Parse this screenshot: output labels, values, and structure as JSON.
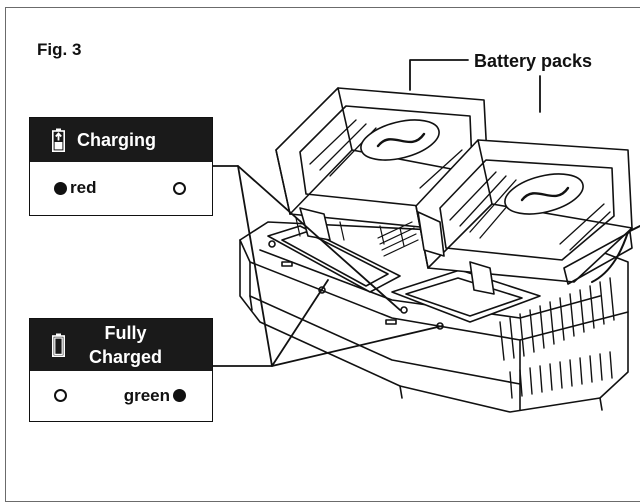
{
  "figure": {
    "label": "Fig. 3",
    "callout": "Battery packs"
  },
  "charging_box": {
    "title": "Charging",
    "icon": "battery-charging-icon",
    "left_indicator": {
      "label": "red",
      "state": "on"
    },
    "right_indicator": {
      "state": "off"
    }
  },
  "charged_box": {
    "title_line1": "Fully",
    "title_line2": "Charged",
    "icon": "battery-full-icon",
    "left_indicator": {
      "state": "off"
    },
    "right_indicator": {
      "label": "green",
      "state": "on"
    }
  },
  "colors": {
    "ink": "#111111",
    "header_bg": "#1a1a1a",
    "frame": "#6b6b6b"
  }
}
